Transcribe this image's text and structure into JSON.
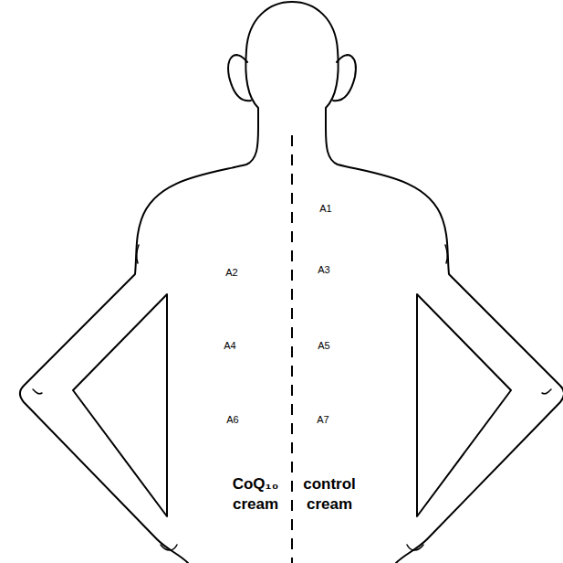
{
  "diagram": {
    "labels": [
      "A1",
      "A2",
      "A3",
      "A4",
      "A5",
      "A6",
      "A7",
      "CoQ₁₀ cream",
      "control cream"
    ]
  }
}
